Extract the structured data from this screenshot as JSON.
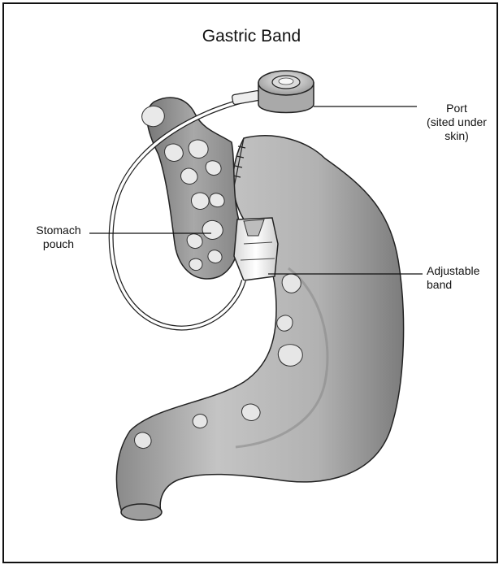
{
  "diagram": {
    "title": "Gastric Band",
    "labels": {
      "port": "Port\n(sited under\nskin)",
      "stomach_pouch": "Stomach\npouch",
      "adjustable_band": "Adjustable\nband"
    }
  }
}
